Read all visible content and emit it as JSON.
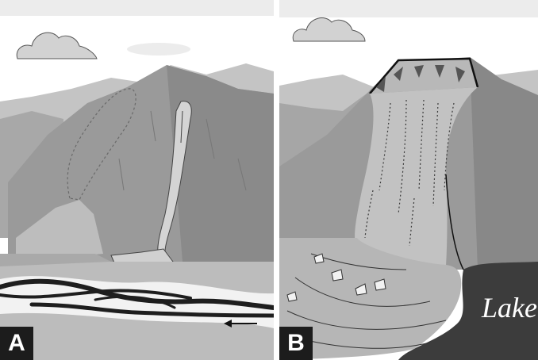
{
  "panels": [
    {
      "label": "A"
    },
    {
      "label": "B",
      "lake_label": "Lake"
    }
  ],
  "colors": {
    "sky": "#ffffff",
    "cloud": "#d2d2d2",
    "mountain_light": "#b4b4b4",
    "mountain_mid": "#9a9a9a",
    "mountain_dark": "#7e7e7e",
    "slide_deposit": "#c8c8c8",
    "river": "#1e1e1e",
    "lake": "#3c3c3c",
    "label_bg": "#1c1c1c"
  }
}
